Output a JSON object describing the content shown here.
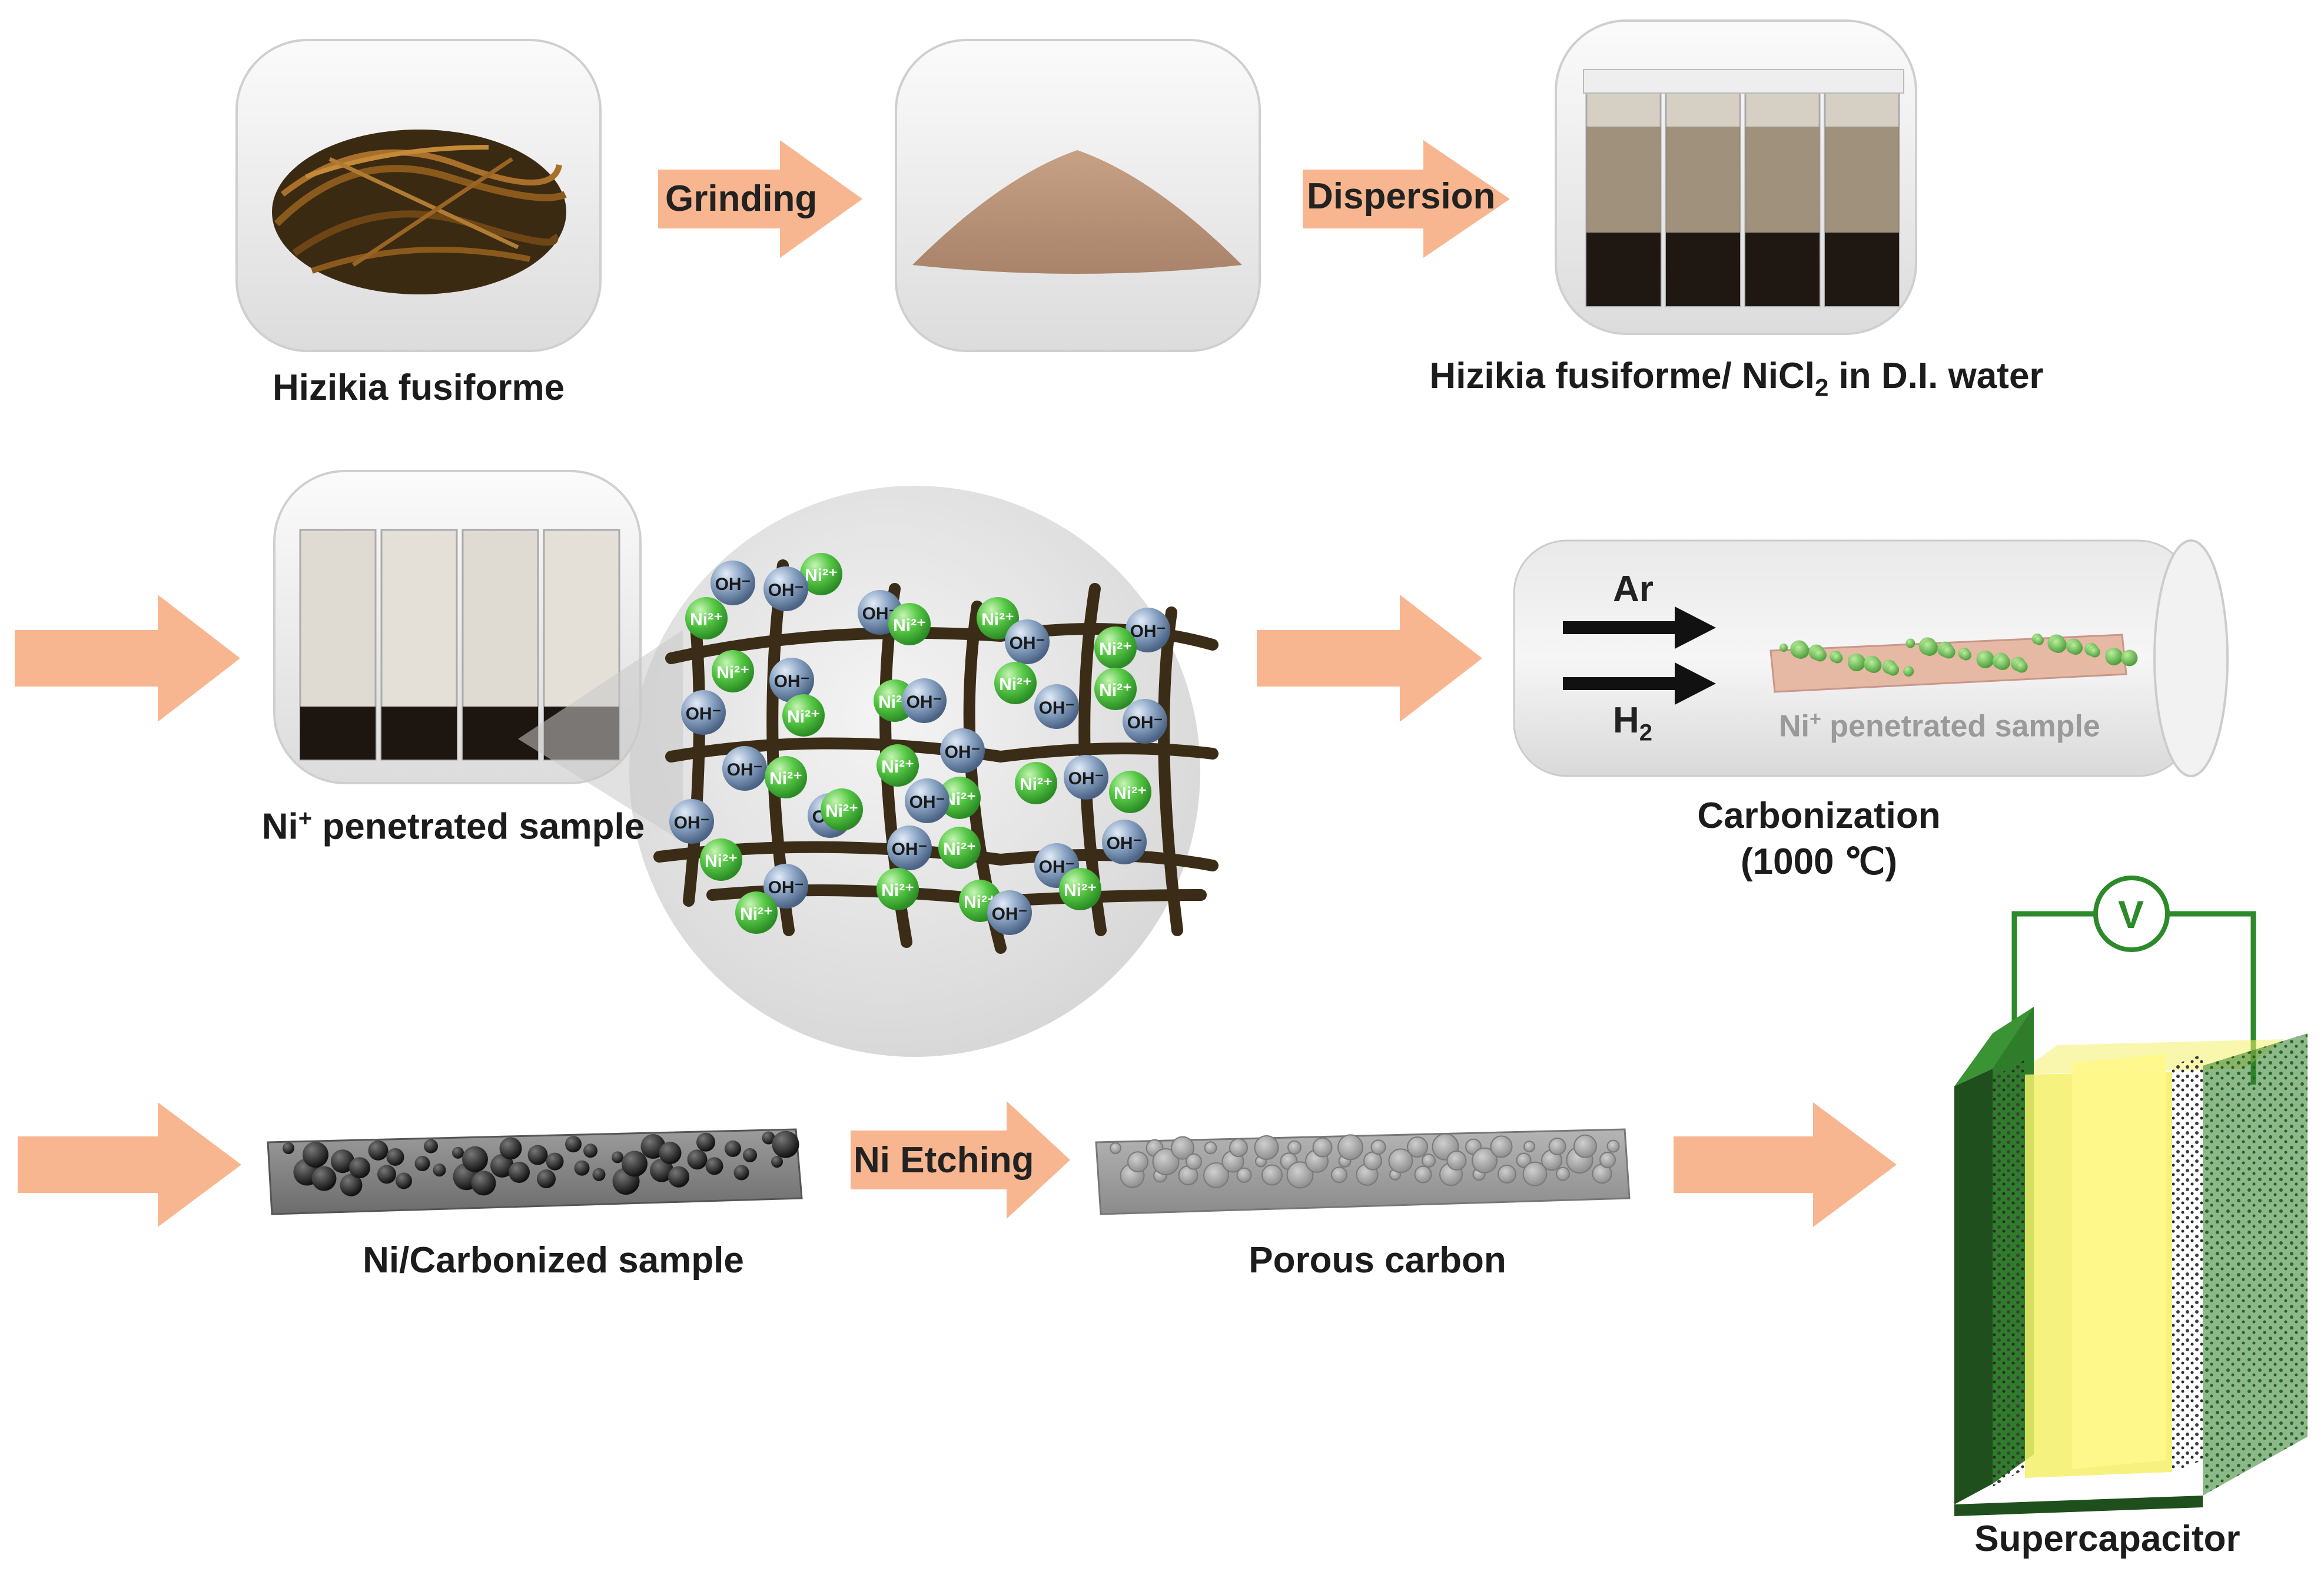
{
  "steps": {
    "raw": "Hizikia fusiforme",
    "grinding": "Grinding",
    "dispersion": "Dispersion",
    "solution_main": "Hizikia fusiforme/ NiCl",
    "solution_sub": "2",
    "solution_tail": " in D.I. water",
    "penetrated_main": "Ni",
    "penetrated_sup": "+",
    "penetrated_tail": " penetrated sample",
    "furnace_inner_main": "Ni",
    "furnace_inner_sup": "+",
    "furnace_inner_tail": " penetrated sample",
    "gas_ar": "Ar",
    "gas_h_main": "H",
    "gas_h_sub": "2",
    "carbonization": "Carbonization",
    "temperature": "(1000 ℃)",
    "ni_carbonized": "Ni/Carbonized sample",
    "etching": "Ni Etching",
    "porous": "Porous carbon",
    "supercap": "Supercapacitor",
    "voltmeter": "V"
  },
  "ions": {
    "nickel": "Ni²⁺",
    "hydroxide": "OH⁻"
  },
  "colors": {
    "arrow": "#f7b690",
    "ni_ion": "#56c845",
    "oh_ion": "#8aa4c4",
    "fiber": "#3a2c16",
    "electrode": "#2d7a2a",
    "electrolyte": "#f3f06a"
  }
}
